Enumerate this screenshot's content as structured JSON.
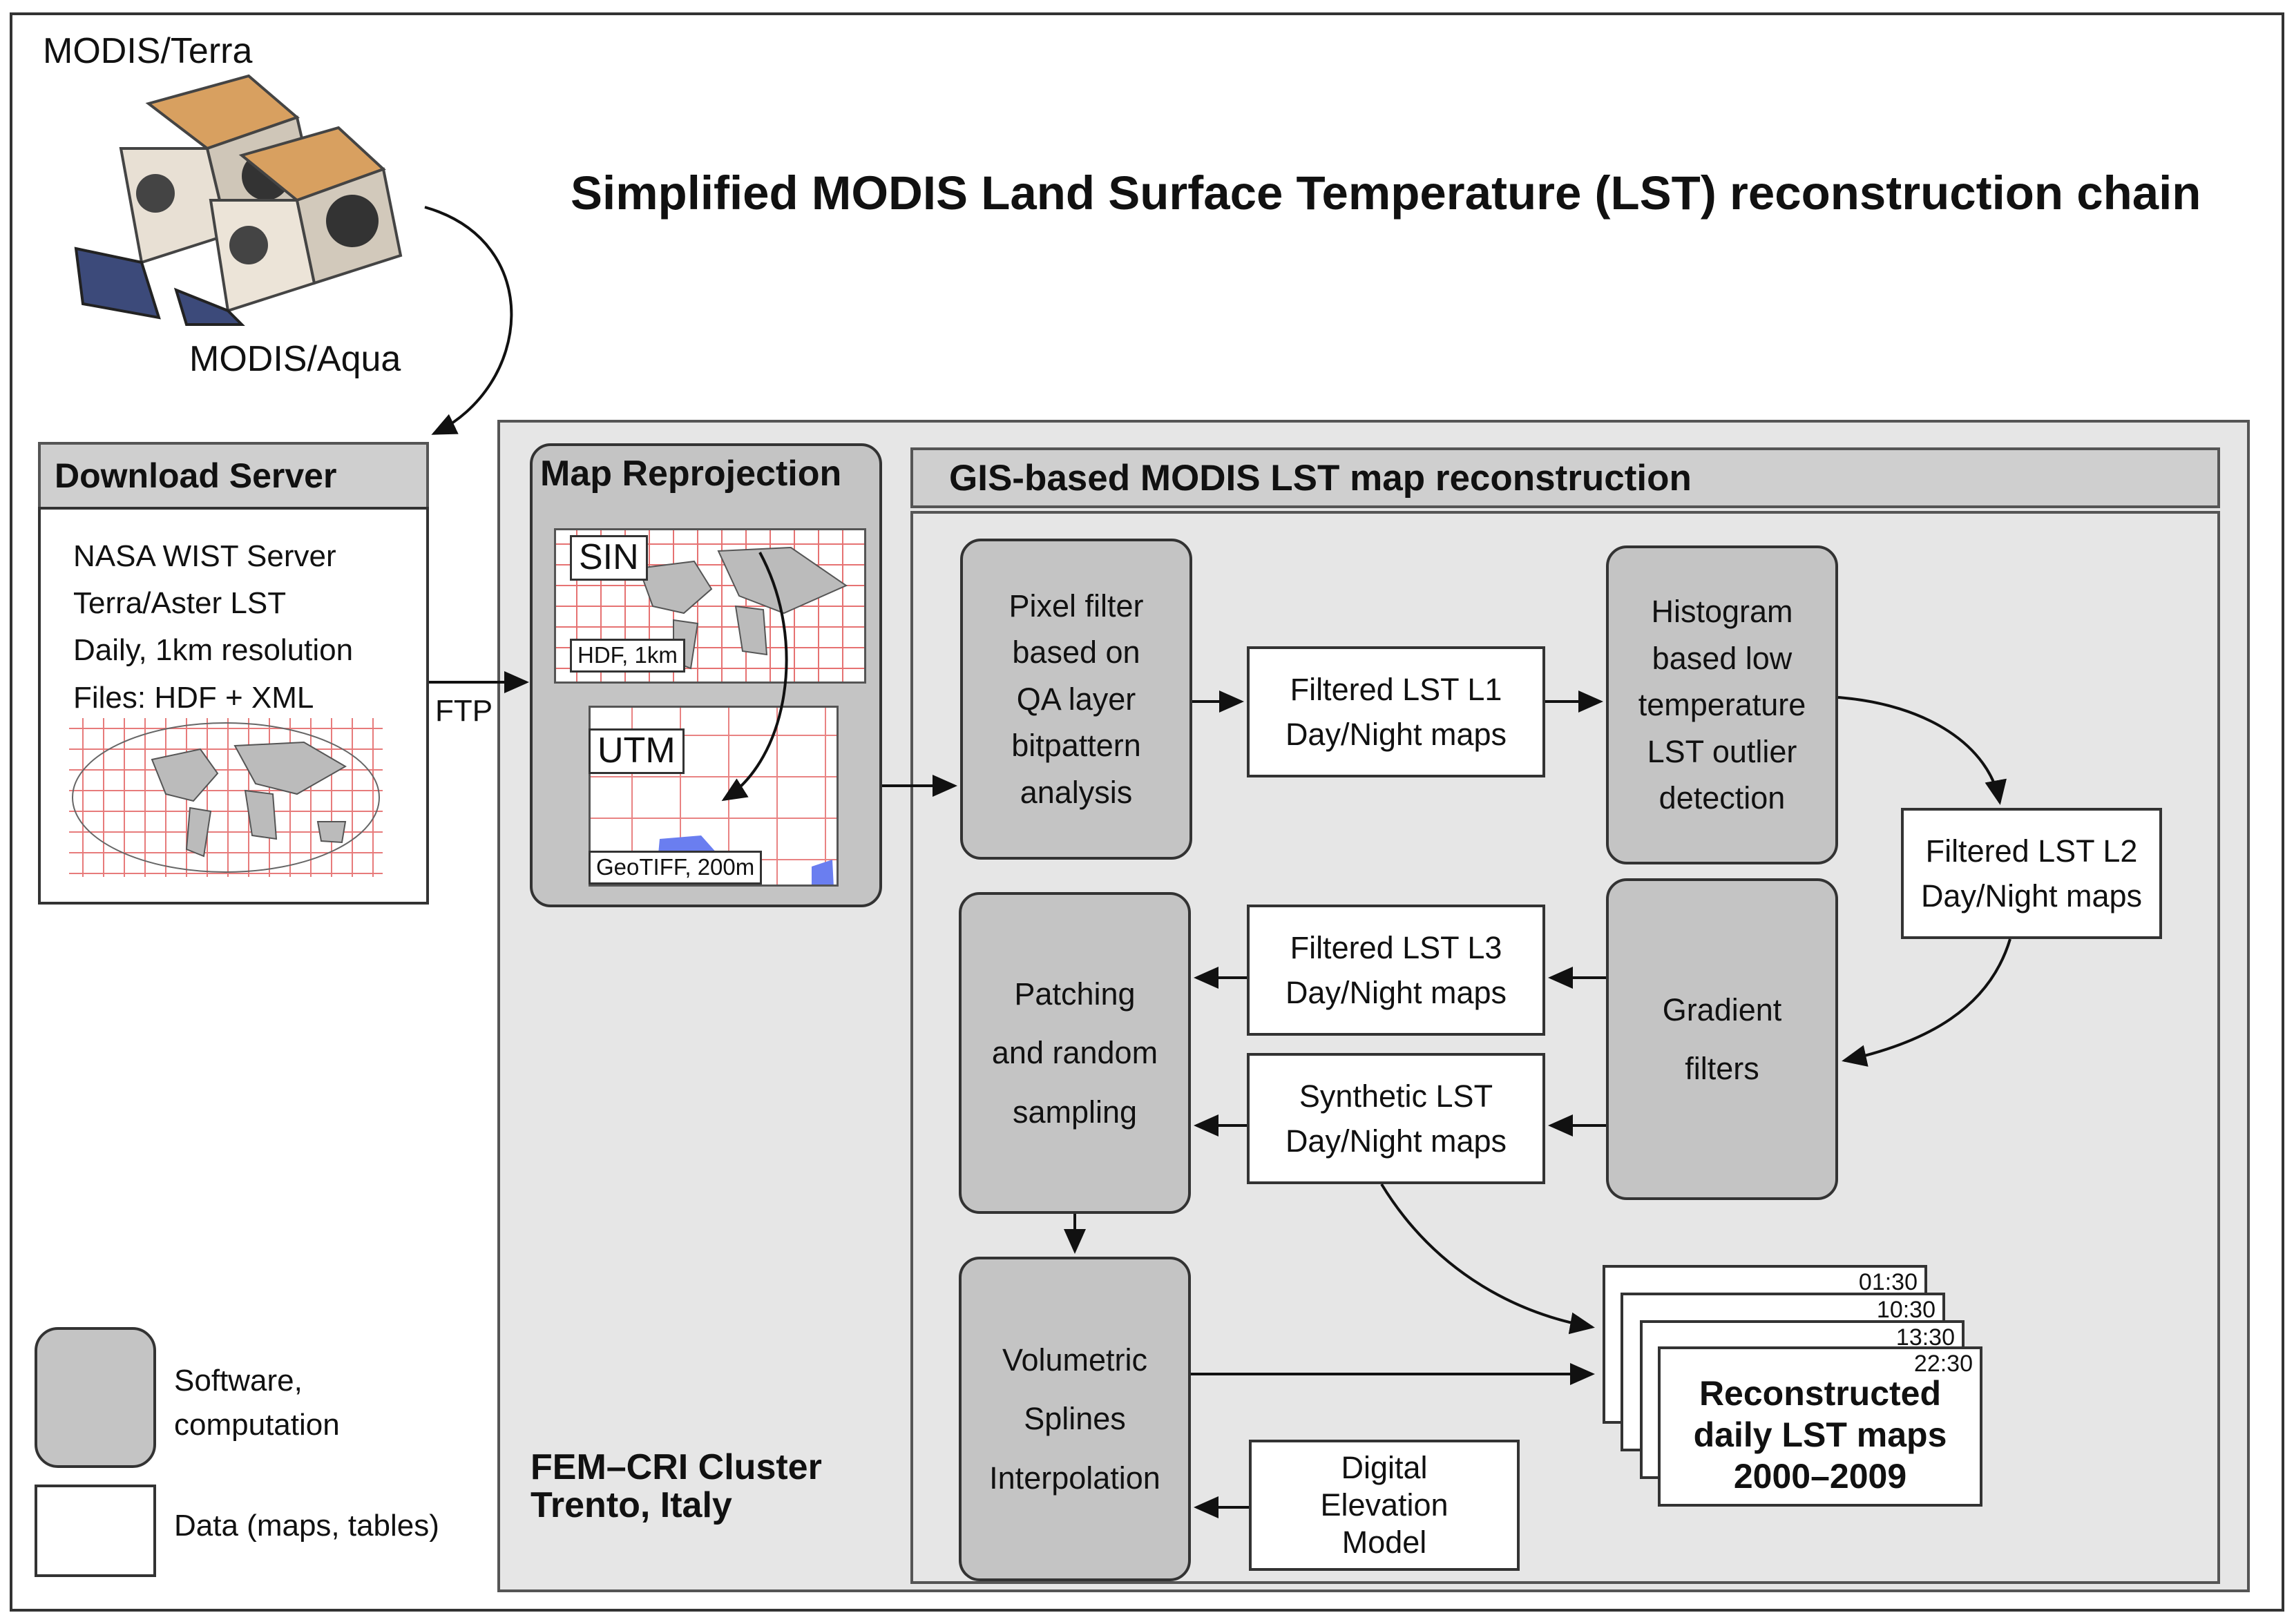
{
  "title": "Simplified MODIS Land Surface Temperature (LST) reconstruction chain",
  "satellites": {
    "terra_label": "MODIS/Terra",
    "aqua_label": "MODIS/Aqua"
  },
  "download_server": {
    "header": "Download Server",
    "lines": [
      "NASA WIST Server",
      "Terra/Aster LST",
      "Daily, 1km resolution",
      "Files: HDF + XML"
    ]
  },
  "ftp_label": "FTP",
  "map_reprojection": {
    "header": "Map Reprojection",
    "sin_label": "SIN",
    "sin_caption": "HDF, 1km",
    "utm_label": "UTM",
    "utm_caption": "GeoTIFF, 200m"
  },
  "gis": {
    "header": "GIS-based MODIS LST map reconstruction",
    "pixel_filter": [
      "Pixel filter",
      "based on",
      "QA layer",
      "bitpattern",
      "analysis"
    ],
    "filtered_l1": [
      "Filtered LST L1",
      "Day/Night maps"
    ],
    "histogram": [
      "Histogram",
      "based low",
      "temperature",
      "LST outlier",
      "detection"
    ],
    "filtered_l2": [
      "Filtered LST L2",
      "Day/Night maps"
    ],
    "filtered_l3": [
      "Filtered LST L3",
      "Day/Night maps"
    ],
    "synthetic": [
      "Synthetic LST",
      "Day/Night maps"
    ],
    "gradient": [
      "Gradient",
      "filters"
    ],
    "patching": [
      "Patching",
      "and random",
      "sampling"
    ],
    "volumetric": [
      "Volumetric",
      "Splines",
      "Interpolation"
    ],
    "dem": [
      "Digital",
      "Elevation",
      "Model"
    ],
    "reconstructed": {
      "times": [
        "01:30",
        "10:30",
        "13:30",
        "22:30"
      ],
      "lines": [
        "Reconstructed",
        "daily LST maps",
        "2000–2009"
      ]
    }
  },
  "cluster": [
    "FEM–CRI Cluster",
    "Trento, Italy"
  ],
  "legend": {
    "software": [
      "Software,",
      "computation"
    ],
    "data": "Data (maps, tables)"
  },
  "colors": {
    "software_fill": "#c4c4c4",
    "panel_fill": "#e6e6e6",
    "header_fill": "#cfcfcf",
    "grid_red": "#e05050",
    "water_blue": "#6a7ef0"
  }
}
